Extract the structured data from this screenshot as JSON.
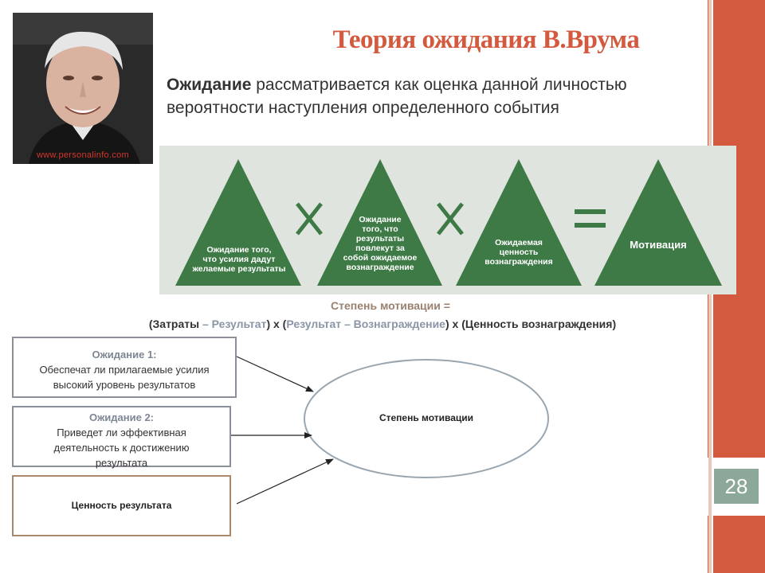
{
  "title": "Теория ожидания В.Врума",
  "definition": {
    "bold": "Ожидание",
    "rest": " рассматривается как оценка данной личностью вероятности наступления определенного события"
  },
  "photo": {
    "watermark": "www.personalinfo.com"
  },
  "triangles": {
    "t1": {
      "l1": "Ожидание того,",
      "l2": "что усилия дадут",
      "l3": "желаемые результаты"
    },
    "t2": {
      "l1": "Ожидание",
      "l2": "того, что",
      "l3": "результаты",
      "l4": "повлекут за",
      "l5": "собой ожидаемое",
      "l6": "вознаграждение"
    },
    "t3": {
      "l1": "Ожидаемая",
      "l2": "ценность",
      "l3": "вознаграждения"
    },
    "t4": {
      "l1": "Мотивация"
    },
    "op_mult": "X",
    "op_eq": "="
  },
  "formula": {
    "title": "Степень мотивации =",
    "p1": "(Затраты",
    "dash1": " – ",
    "p2": "Результат",
    "p3": ") x (",
    "p4": "Результат",
    "dash2": " – ",
    "p5": "Вознаграждение",
    "p6": ") x (Ценность вознаграждения)"
  },
  "diagram": {
    "box1": {
      "head": "Ожидание 1:",
      "text": "Обеспечат ли прилагаемые усилия высокий уровень результатов"
    },
    "box2": {
      "head": "Ожидание 2:",
      "text": "Приведет ли эффективная деятельность к достижению результата"
    },
    "box3": {
      "text": "Ценность результата"
    },
    "ellipse": "Степень мотивации"
  },
  "page_number": "28",
  "colors": {
    "accent": "#d35a3e",
    "triangle": "#3e7a46",
    "panel": "#dfe4df",
    "page_box": "#8ba899"
  }
}
